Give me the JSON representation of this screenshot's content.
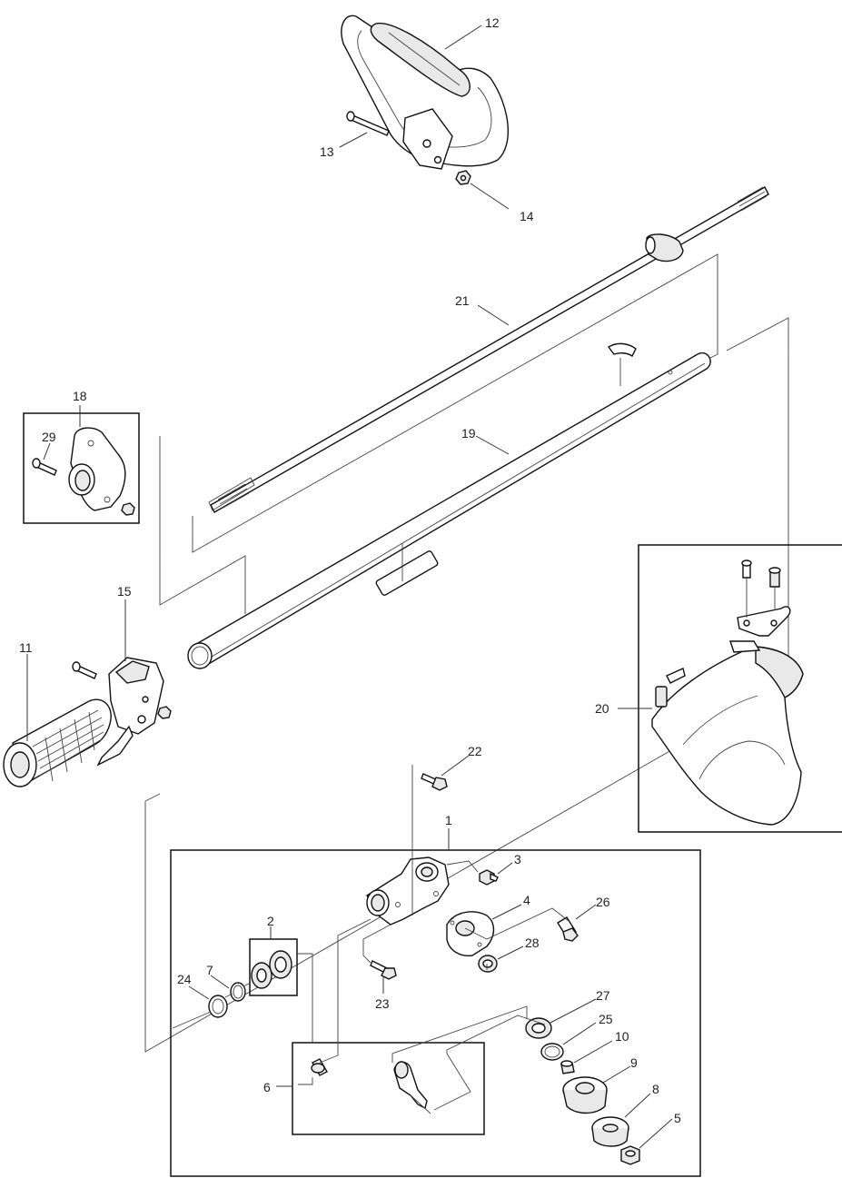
{
  "callouts": {
    "p1": "1",
    "p2": "2",
    "p3": "3",
    "p4": "4",
    "p5": "5",
    "p6": "6",
    "p7": "7",
    "p8": "8",
    "p9": "9",
    "p10": "10",
    "p11": "11",
    "p12": "12",
    "p13": "13",
    "p14": "14",
    "p15": "15",
    "p18": "18",
    "p19": "19",
    "p20": "20",
    "p21": "21",
    "p22": "22",
    "p23": "23",
    "p24": "24",
    "p25": "25",
    "p26": "26",
    "p27": "27",
    "p28": "28",
    "p29": "29"
  }
}
